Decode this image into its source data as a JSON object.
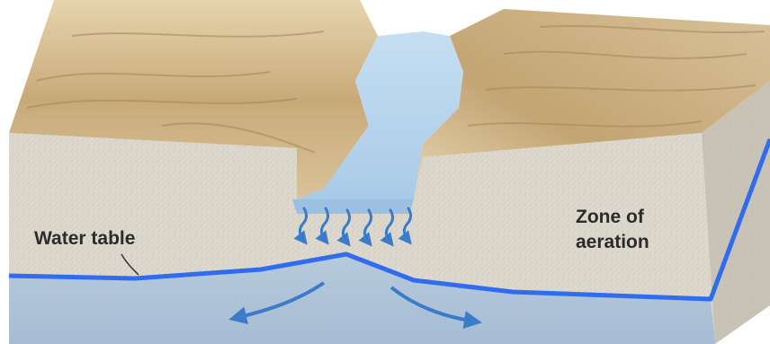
{
  "labels": {
    "water_table": "Water table",
    "zone_line1": "Zone of",
    "zone_line2": "aeration"
  },
  "colors": {
    "sand_top": "#c9ad7e",
    "sand_light": "#e4d2ad",
    "sand_dark": "#a98a5b",
    "soil_face": "#ddd9cf",
    "soil_side": "#cfcabe",
    "water_body": "#b8d5ec",
    "saturated_zone": "#a9c2db",
    "water_table_line": "#2f6cf0",
    "flow_arrow": "#3a7cc9"
  }
}
